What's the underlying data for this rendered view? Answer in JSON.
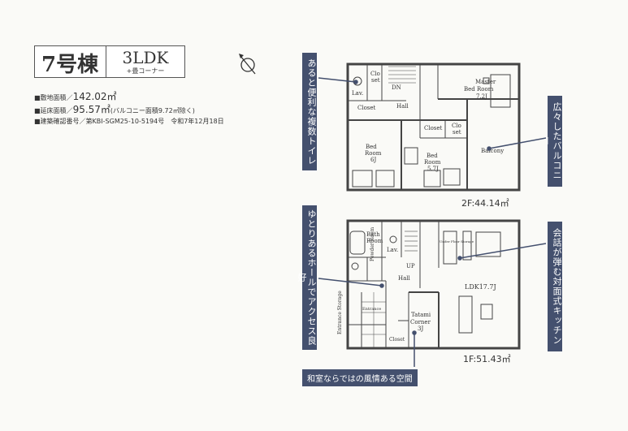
{
  "header": {
    "building": "7号棟",
    "plan": "3LDK",
    "plan_sub": "+畳コーナー"
  },
  "info": {
    "site_area_label": "■敷地面積／",
    "site_area_value": "142.02㎡",
    "floor_area_label": "■延床面積／",
    "floor_area_value": "95.57㎡",
    "floor_area_note": "(バルコニー面積9.72㎡除く)",
    "confirm_line": "■建築確認番号／第KBI-SGM25-10-5194号　令和7年12月18日"
  },
  "floors": {
    "second_label": "2F:44.14㎡",
    "first_label": "1F:51.43㎡"
  },
  "rooms_2f": {
    "master": "Master",
    "master2": "Bed Room",
    "master3": "7.2J",
    "bed6": "Bed",
    "bed6b": "Room",
    "bed6c": "6J",
    "bed5": "Bed",
    "bed5b": "Room",
    "bed5c": "5.7J",
    "balcony": "Balcony",
    "hall": "Hall",
    "closet": "Closet",
    "clo": "Clo",
    "set": "set",
    "lav": "Lav.",
    "dn": "DN",
    "wic": "Closet"
  },
  "rooms_1f": {
    "ldk": "LDK17.7J",
    "tatami": "Tatami",
    "corner": "Corner",
    "tatami_size": "3J",
    "hall": "Hall",
    "bath": "Bath",
    "bath2": "Room",
    "powder": "Powder Room",
    "lav": "Lav.",
    "entrance_storage": "Entrance Storage",
    "entrance": "Entrance",
    "closet": "Closet",
    "up": "UP",
    "storage": "Under Floor Storage"
  },
  "callouts": {
    "toilet": "あると便利な複数トイレ",
    "balcony": "広々したバルコニー",
    "hall": "ゆとりあるホールでアクセス良好",
    "kitchen": "会話が弾む対面式キッチン",
    "tatami": "和室ならではの風情ある空間"
  },
  "icons": {
    "compass": "north-arrow-icon"
  },
  "colors": {
    "callout": "#44506e",
    "wall": "#444444"
  }
}
